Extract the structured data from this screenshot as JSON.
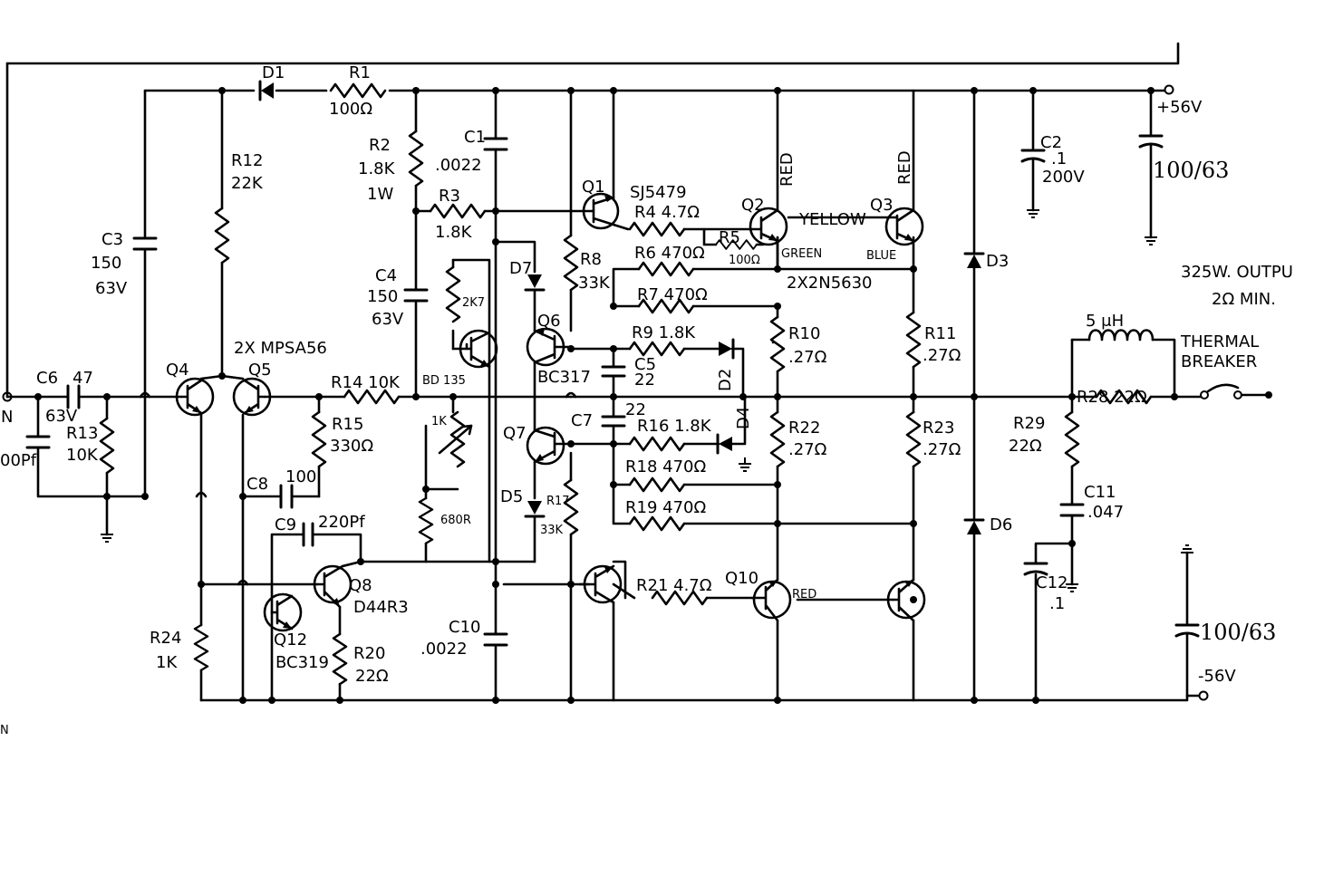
{
  "rails": {
    "positive": "+56V",
    "negative": "-56V",
    "bulk_cap_pos": "100/63",
    "bulk_cap_neg": "100/63"
  },
  "input": {
    "in_label": "N",
    "cut_label_left": "00Pf",
    "stray_label": "N"
  },
  "output": {
    "power": "325W. OUTPU",
    "impedance": "2Ω MIN.",
    "inductor": "5 μH",
    "thermal_breaker_line1": "THERMAL",
    "thermal_breaker_line2": "BREAKER"
  },
  "components": {
    "D1": "D1",
    "R1": "R1",
    "R1_val": "100Ω",
    "R12": "R12",
    "R12_val": "22K",
    "C3": "C3",
    "C3_val": "150",
    "C3_v": "63V",
    "R2": "R2",
    "R2_val": "1.8K",
    "R2_w": "1W",
    "C1": "C1",
    "C1_val": ".0022",
    "R3": "R3",
    "R3_val": "1.8K",
    "C4": "C4",
    "C4_val": "150",
    "C4_v": "63V",
    "C2": "C2",
    "C2_val": ".1",
    "C2_v": "200V",
    "Q1": "Q1",
    "Q1_part": "SJ5479",
    "R4": "R4 4.7Ω",
    "Q2": "Q2",
    "Q2_red": "RED",
    "Q2_yellow": "YELLOW",
    "Q2_green": "GREEN",
    "Q3": "Q3",
    "Q3_red": "RED",
    "Q3_blue": "BLUE",
    "R5": "R5",
    "R5_val": "100Ω",
    "R6": "R6 470Ω",
    "Q2Q3_part": "2X2N5630",
    "D7": "D7",
    "R8": "R8",
    "R8_val": "33K",
    "R7": "R7 470Ω",
    "trans_2k7": "2K7",
    "Q6": "Q6",
    "Q6_part": "BC317",
    "R9": "R9 1.8K",
    "D2": "D2",
    "R10": "R10",
    "R10_val": ".27Ω",
    "R11": "R11",
    "R11_val": ".27Ω",
    "D3": "D3",
    "Q4Q5_part": "2X MPSA56",
    "Q4": "Q4",
    "Q5": "Q5",
    "C6": "C6",
    "C6_val": "47",
    "C6_v": "63V",
    "R13": "R13",
    "R13_val": "10K",
    "R14": "R14 10K",
    "BD135": "BD 135",
    "C5": "C5",
    "C5_val": "22",
    "R28": "R28 22Ω",
    "pot_val": "1K",
    "R15": "R15",
    "R15_val": "330Ω",
    "C7": "C7",
    "C7_val": "22",
    "R16": "R16 1.8K",
    "D4": "D4",
    "Q7": "Q7",
    "R22": "R22",
    "R22_val": ".27Ω",
    "R23": "R23",
    "R23_val": ".27Ω",
    "R29": "R29",
    "R29_val": "22Ω",
    "C8": "C8",
    "C8_val": "100",
    "R18": "R18 470Ω",
    "C11": "C11",
    "C11_val": ".047",
    "R680": "680R",
    "D5": "D5",
    "R17": "R17",
    "R17_val": "33K",
    "R19": "R19 470Ω",
    "D6": "D6",
    "C9": "C9",
    "C9_val": "220Pf",
    "Q8": "Q8",
    "Q8_part": "D44R3",
    "R21": "R21 4.7Ω",
    "Q10": "Q10",
    "Q10_red": "RED",
    "C12": "C12",
    "C12_val": ".1",
    "Q12": "Q12",
    "Q12_part": "BC319",
    "R20": "R20",
    "R20_val": "22Ω",
    "C10": "C10",
    "C10_val": ".0022",
    "R24": "R24",
    "R24_val": "1K"
  }
}
